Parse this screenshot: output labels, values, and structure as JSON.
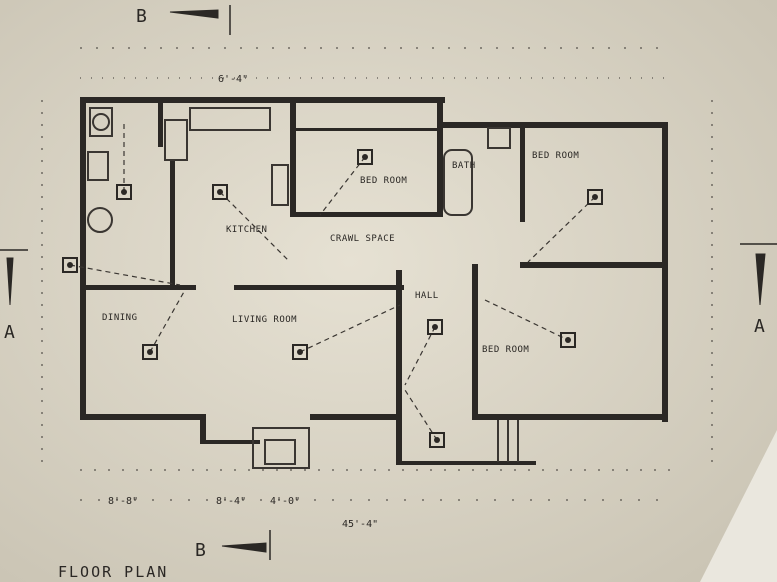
{
  "section_marks": {
    "top": "B",
    "bottom": "B",
    "left": "A",
    "right": "A"
  },
  "rooms": {
    "kitchen": "KITCHEN",
    "crawl_space": "CRAWL SPACE",
    "hall": "HALL",
    "dining": "DINING",
    "living_room": "LIVING ROOM",
    "bed_room_1": "BED ROOM",
    "bed_room_2": "BED ROOM",
    "bed_room_3": "BED ROOM",
    "bath": "BATH"
  },
  "dimensions": {
    "top_left": "6'-4\"",
    "d1": "8'-8\"",
    "d2": "8'-4\"",
    "d3": "4'-0\"",
    "overall": "45'-4\""
  },
  "title": "FLOOR PLAN",
  "colors": {
    "paper": "#d9d4c6",
    "ink": "#2b2825"
  }
}
